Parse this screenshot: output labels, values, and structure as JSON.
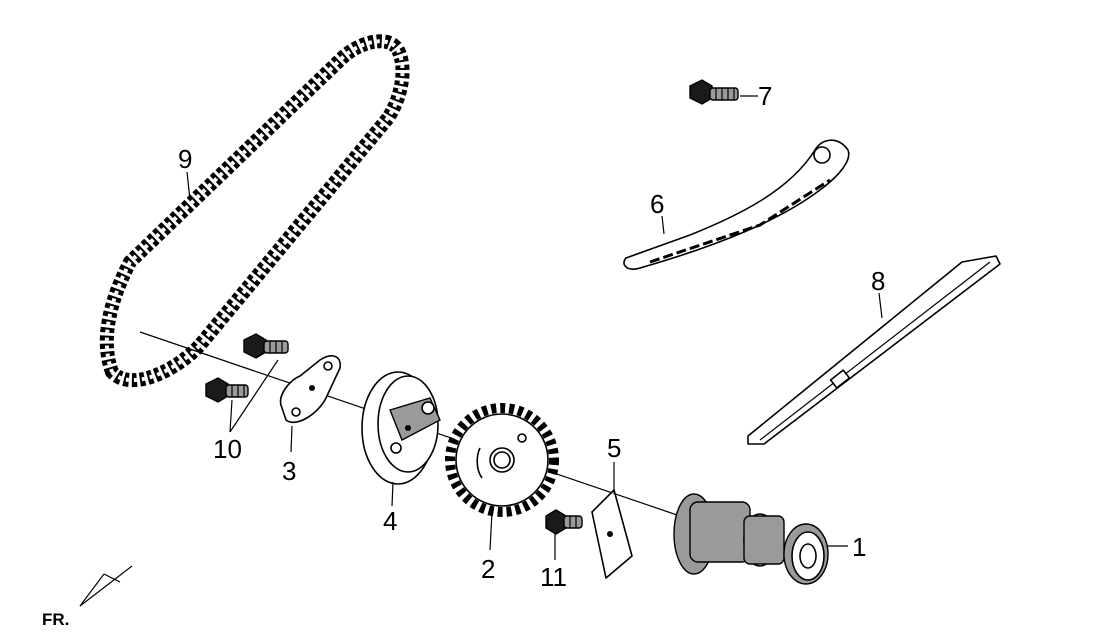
{
  "callouts": [
    {
      "id": "1",
      "label": "1"
    },
    {
      "id": "2",
      "label": "2"
    },
    {
      "id": "3",
      "label": "3"
    },
    {
      "id": "4",
      "label": "4"
    },
    {
      "id": "5",
      "label": "5"
    },
    {
      "id": "6",
      "label": "6"
    },
    {
      "id": "7",
      "label": "7"
    },
    {
      "id": "8",
      "label": "8"
    },
    {
      "id": "9",
      "label": "9"
    },
    {
      "id": "10",
      "label": "10"
    },
    {
      "id": "11",
      "label": "11"
    }
  ],
  "orientation": {
    "label": "FR."
  }
}
